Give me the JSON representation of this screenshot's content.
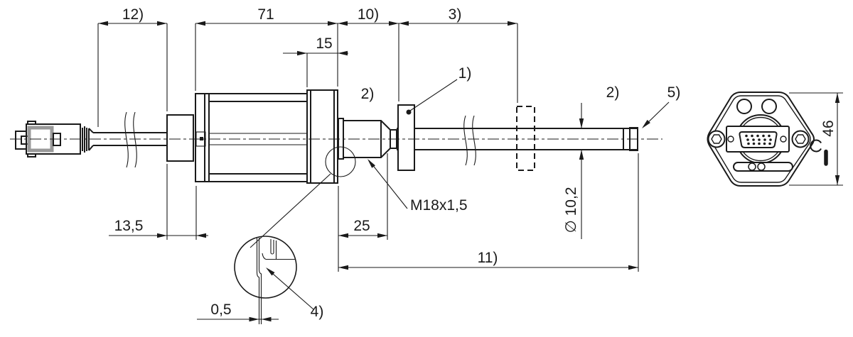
{
  "colors": {
    "line": "#1a1a1a",
    "background": "#ffffff",
    "connector_shade": "#9a9a9a"
  },
  "dims": {
    "d12": "12)",
    "d71": "71",
    "d10": "10)",
    "d3": "3)",
    "d15": "15",
    "d13_5": "13,5",
    "d25": "25",
    "d11": "11)",
    "d0_5": "0,5",
    "diameter": "∅ 10,2",
    "wrench_size": "46",
    "thread": "M18x1,5"
  },
  "callouts": {
    "c1": "1)",
    "c2_left": "2)",
    "c2_right": "2)",
    "c4": "4)",
    "c5": "5)"
  }
}
